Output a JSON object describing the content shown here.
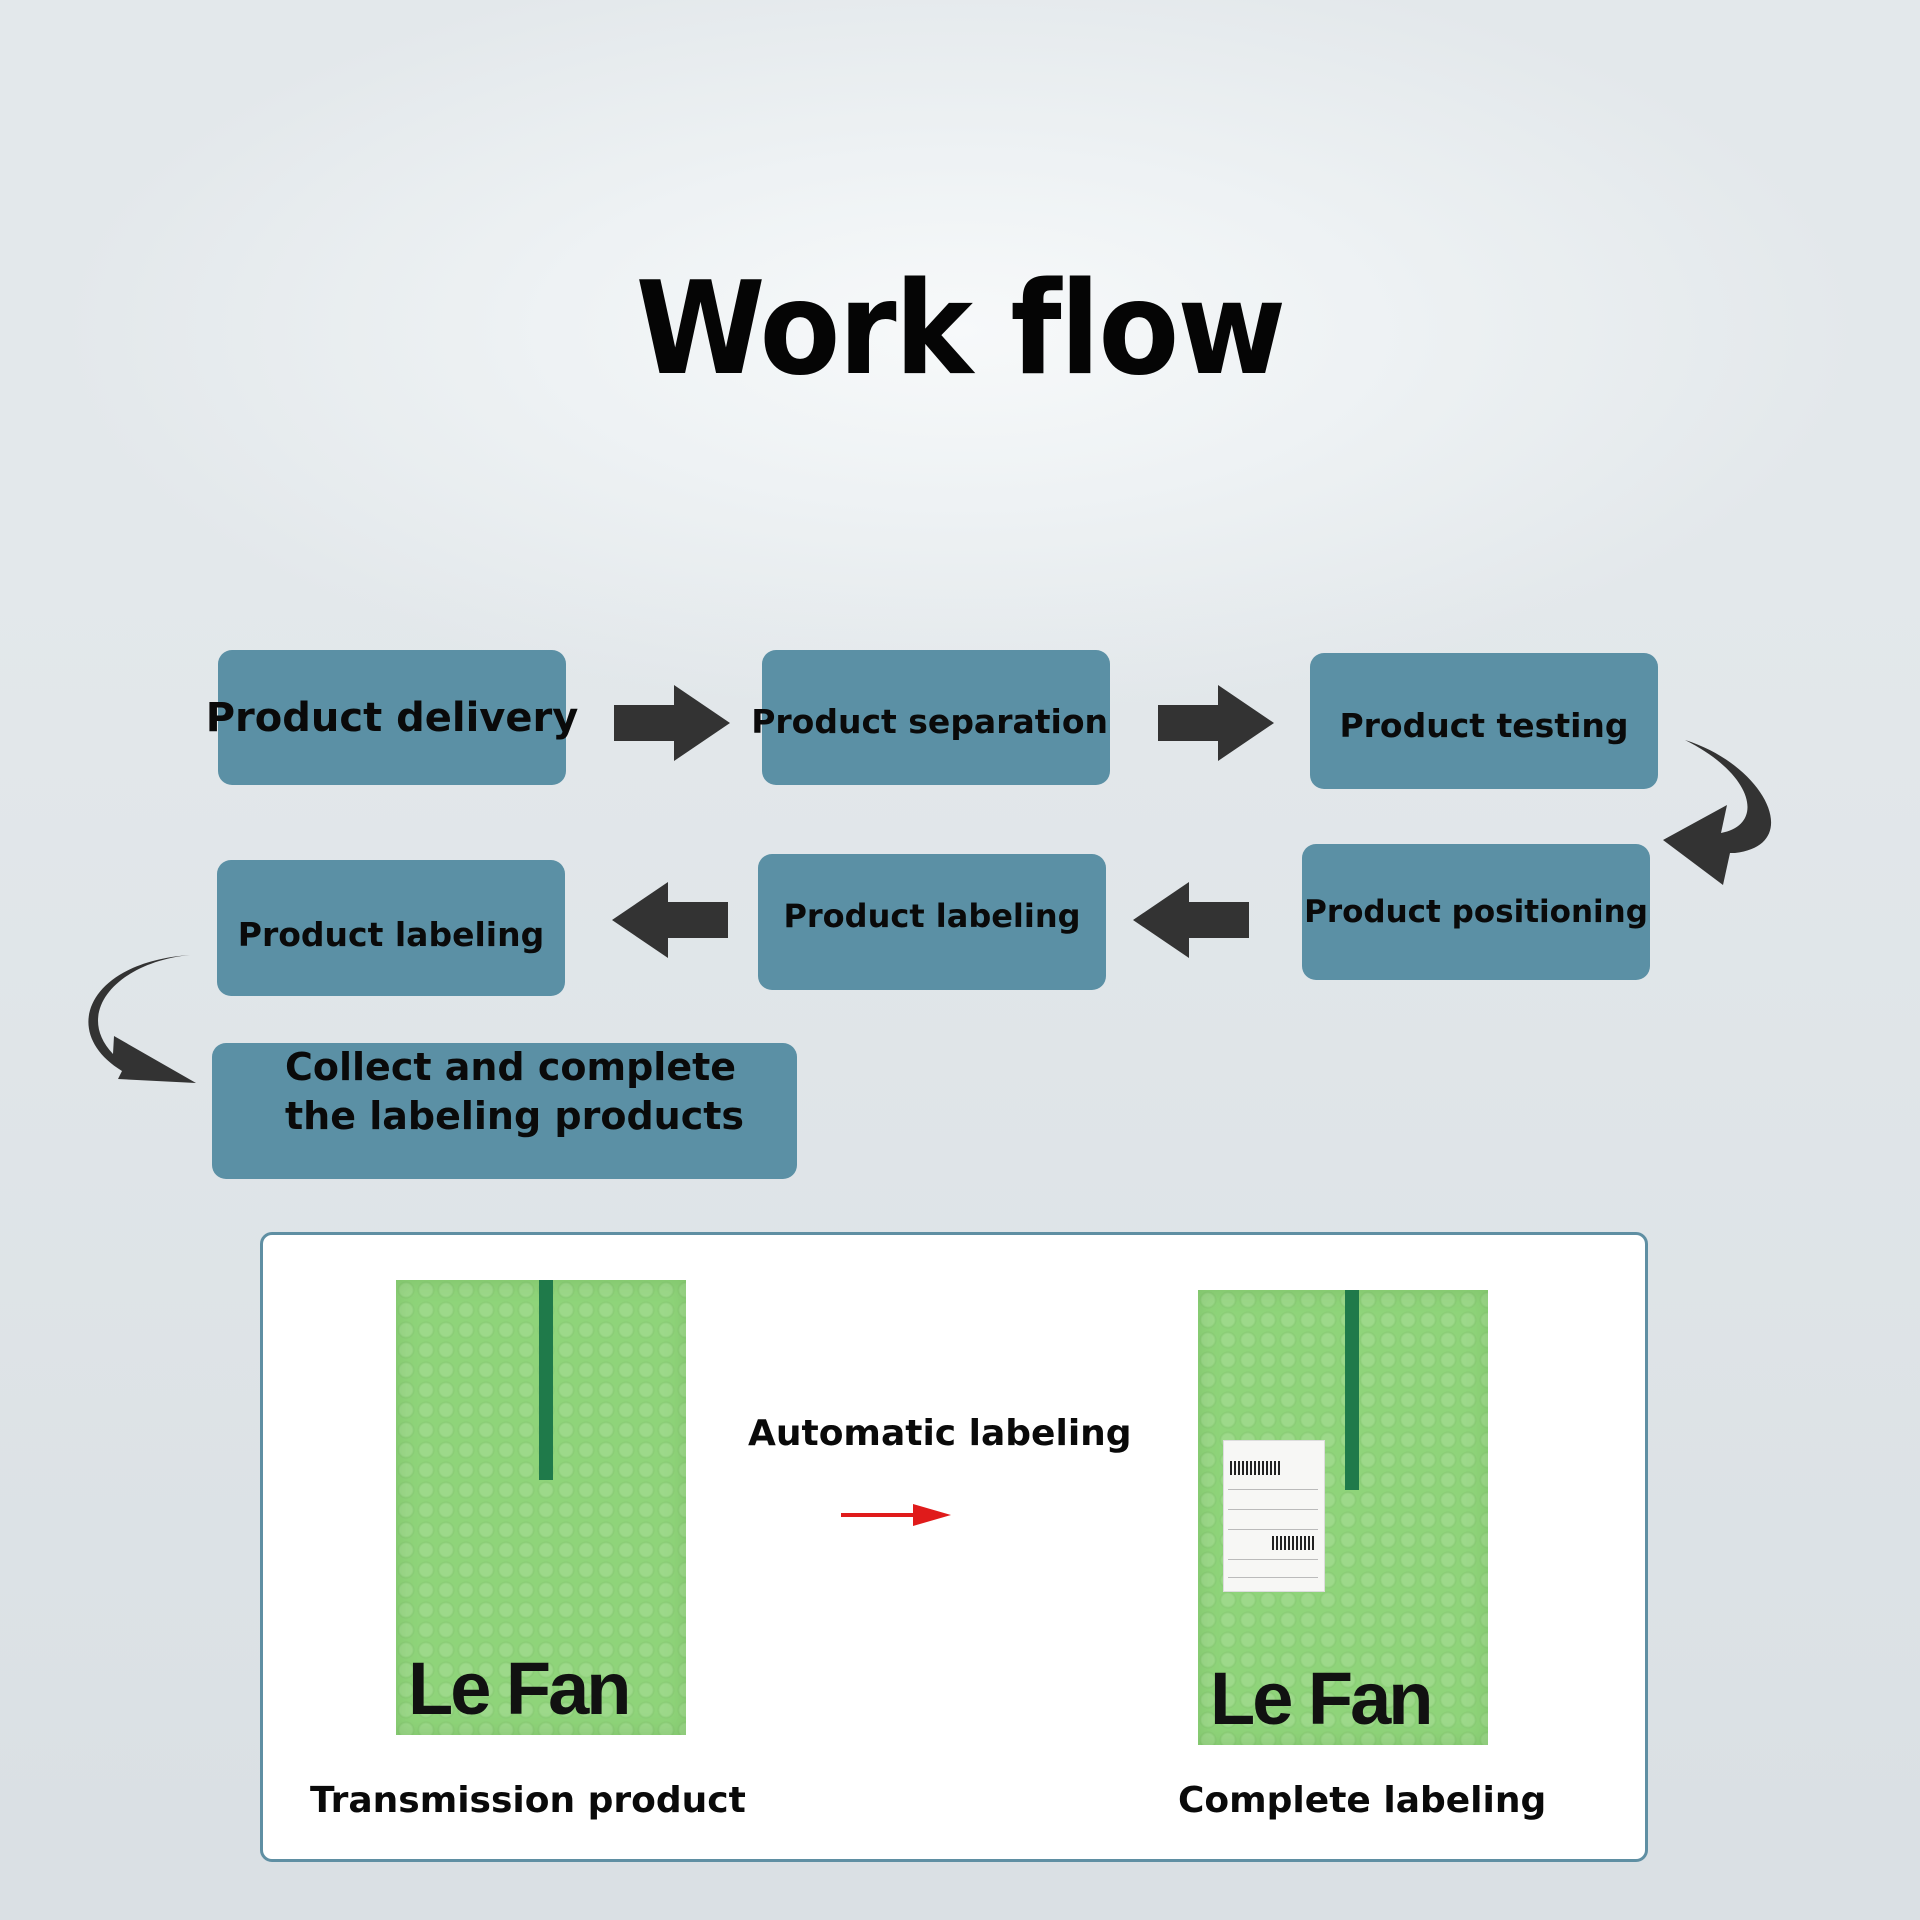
{
  "title": "Work flow",
  "steps": [
    {
      "label": "Product delivery"
    },
    {
      "label": "Product separation"
    },
    {
      "label": "Product testing"
    },
    {
      "label": "Product positioning"
    },
    {
      "label": "Product labeling"
    },
    {
      "label": "Product labeling"
    },
    {
      "label_line1": "Collect and complete",
      "label_line2": "the labeling products"
    }
  ],
  "connectors": [
    {
      "from": "Product delivery",
      "to": "Product separation",
      "icon": "arrow-right-icon"
    },
    {
      "from": "Product separation",
      "to": "Product testing",
      "icon": "arrow-right-icon"
    },
    {
      "from": "Product testing",
      "to": "Product positioning",
      "icon": "curved-arrow-down-left-icon"
    },
    {
      "from": "Product positioning",
      "to": "Product labeling",
      "icon": "arrow-left-icon"
    },
    {
      "from": "Product labeling",
      "to": "Product labeling",
      "icon": "arrow-left-icon"
    },
    {
      "from": "Product labeling",
      "to": "Collect and complete the labeling products",
      "icon": "curved-arrow-down-right-icon"
    }
  ],
  "illustration": {
    "before_caption": "Transmission product",
    "process_label": "Automatic labeling",
    "after_caption": "Complete labeling",
    "brand_text": "Le Fan"
  },
  "colors": {
    "step_box": "#5b90a5",
    "arrow": "#333333",
    "process_arrow": "#e01b1b",
    "bag": "#8fd47a",
    "bag_strip": "#1f7a4a",
    "panel_border": "#5f8fa3"
  }
}
